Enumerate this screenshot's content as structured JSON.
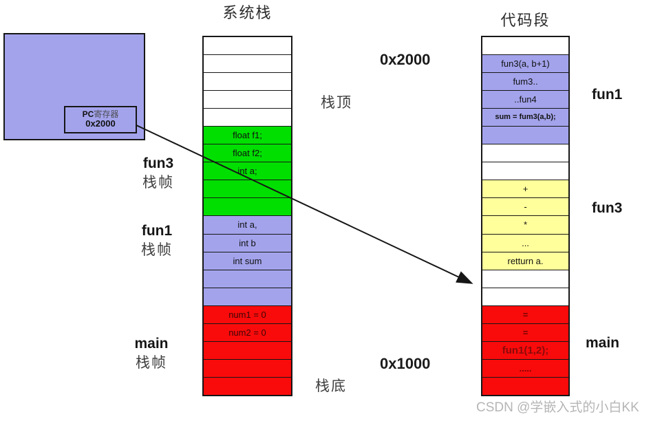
{
  "palette": {
    "purple": "#a3a3ec",
    "green": "#00df00",
    "yellow": "#ffff9c",
    "red": "#f90b0b",
    "watermark": "#b5b5b5"
  },
  "pc_box": {
    "line1_prefix": "PC",
    "line1_suffix": "寄存器",
    "line2": "0x2000"
  },
  "stack": {
    "title": "系统栈",
    "rows": [
      {
        "label": "",
        "color": "white"
      },
      {
        "label": "",
        "color": "white"
      },
      {
        "label": "",
        "color": "white"
      },
      {
        "label": "",
        "color": "white"
      },
      {
        "label": "",
        "color": "white"
      },
      {
        "label": "float f1;",
        "color": "green"
      },
      {
        "label": "float f2;",
        "color": "green"
      },
      {
        "label": "int a;",
        "color": "green"
      },
      {
        "label": "",
        "color": "green"
      },
      {
        "label": "",
        "color": "green"
      },
      {
        "label": "int a,",
        "color": "purple"
      },
      {
        "label": "int b",
        "color": "purple"
      },
      {
        "label": "int sum",
        "color": "purple"
      },
      {
        "label": "",
        "color": "purple"
      },
      {
        "label": "",
        "color": "purple"
      },
      {
        "label": "num1 = 0",
        "color": "red",
        "text_color": "#3c0505"
      },
      {
        "label": "num2 = 0",
        "color": "red",
        "text_color": "#3c0505"
      },
      {
        "label": "",
        "color": "red"
      },
      {
        "label": "",
        "color": "red"
      },
      {
        "label": "",
        "color": "red"
      }
    ]
  },
  "code": {
    "title": "代码段",
    "rows": [
      {
        "label": "",
        "color": "white"
      },
      {
        "label": "fun3(a, b+1)",
        "color": "purple"
      },
      {
        "label": "fum3..",
        "color": "purple"
      },
      {
        "label": "..fun4",
        "color": "purple"
      },
      {
        "label": "sum = fum3(a,b);",
        "color": "purple",
        "small": true
      },
      {
        "label": "",
        "color": "purple"
      },
      {
        "label": "",
        "color": "white"
      },
      {
        "label": "",
        "color": "white"
      },
      {
        "label": "+",
        "color": "yellow"
      },
      {
        "label": "-",
        "color": "yellow"
      },
      {
        "label": "*",
        "color": "yellow"
      },
      {
        "label": "...",
        "color": "yellow"
      },
      {
        "label": "retturn a.",
        "color": "yellow"
      },
      {
        "label": "",
        "color": "white"
      },
      {
        "label": "",
        "color": "white"
      },
      {
        "label": "=",
        "color": "red",
        "text_color": "#6e0202",
        "bold": true
      },
      {
        "label": "=",
        "color": "red",
        "text_color": "#6e0202",
        "bold": true
      },
      {
        "label": "fun1(1,2);",
        "color": "red",
        "text_color": "#8a0a0a",
        "big": true
      },
      {
        "label": ".....",
        "color": "red",
        "text_color": "#7c0404",
        "bold": true
      },
      {
        "label": "",
        "color": "red"
      }
    ]
  },
  "annotations": {
    "addr_top": "0x2000",
    "addr_bottom": "0x1000",
    "stack_top": "栈顶",
    "stack_bottom": "栈底",
    "left_labels": [
      {
        "name": "fun3",
        "sub": "栈帧"
      },
      {
        "name": "fun1",
        "sub": "栈帧"
      },
      {
        "name": "main",
        "sub": "栈帧"
      }
    ],
    "right_labels": [
      "fun1",
      "fun3",
      "main"
    ]
  },
  "watermark": "CSDN @学嵌入式的小白KK"
}
